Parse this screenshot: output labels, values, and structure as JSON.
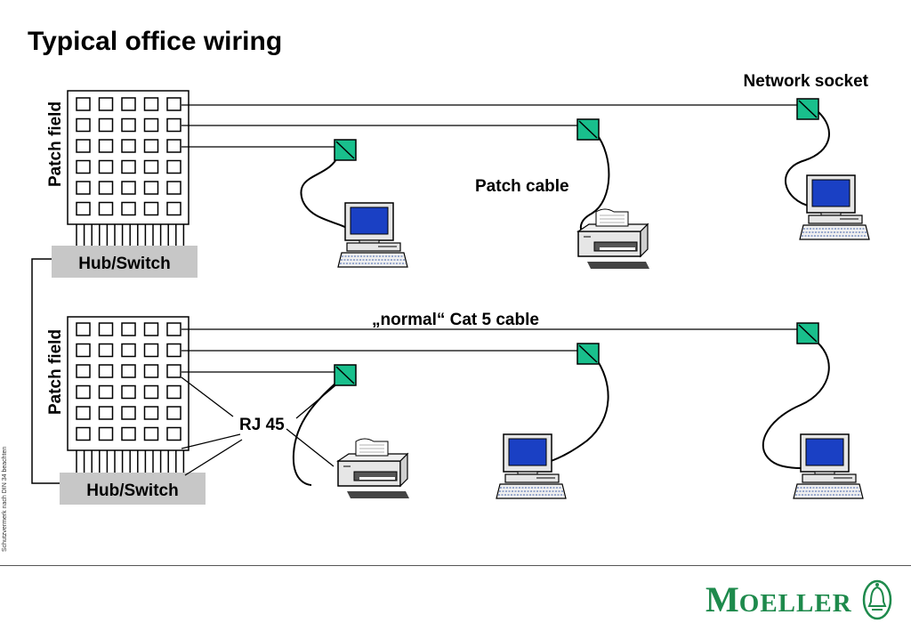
{
  "title": "Typical office wiring",
  "labels": {
    "patch_field_top": "Patch field",
    "patch_field_bottom": "Patch field",
    "hub_switch_top": "Hub/Switch",
    "hub_switch_bottom": "Hub/Switch",
    "network_socket": "Network socket",
    "patch_cable": "Patch cable",
    "cat5_cable": "„normal“ Cat 5 cable",
    "rj45": "RJ 45"
  },
  "side_note": "Schutzvermerk nach DIN 34 beachten",
  "logo": {
    "text_first": "M",
    "text_rest": "OELLER"
  },
  "colors": {
    "socket_fill": "#19bf8c",
    "hub_fill": "#c7c7c7",
    "screen_fill": "#1a40c4",
    "logo_green": "#1e8a4c"
  }
}
